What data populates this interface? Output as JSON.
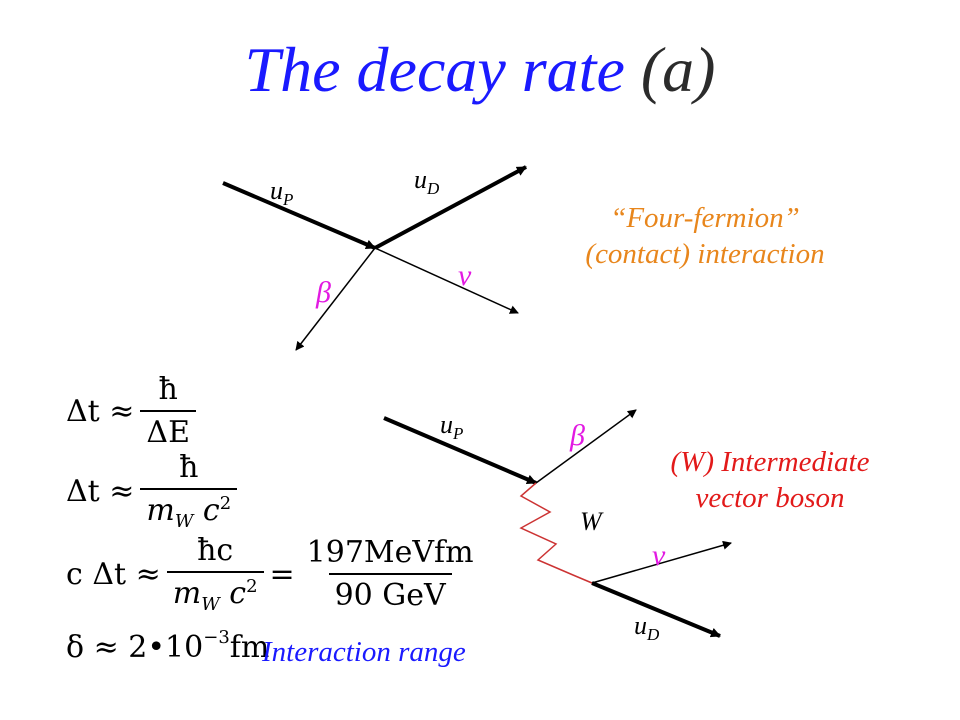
{
  "title": {
    "main": "The decay rate",
    "sub": "(a)"
  },
  "diagram_top": {
    "labels": {
      "up": "u",
      "up_sub": "P",
      "ud": "u",
      "ud_sub": "D",
      "nu": "ν",
      "beta": "β"
    },
    "caption_line1": "“Four-fermion”",
    "caption_line2": "(contact) interaction"
  },
  "diagram_bottom": {
    "labels": {
      "up": "u",
      "up_sub": "P",
      "ud": "u",
      "ud_sub": "D",
      "beta": "β",
      "nu": "ν",
      "w": "W"
    },
    "caption_line1": "(W) Intermediate",
    "caption_line2": "vector boson"
  },
  "equations": {
    "eq1": {
      "lhs": "Δt ≈",
      "num": "ħ",
      "den": "ΔE"
    },
    "eq2": {
      "lhs": "Δt ≈",
      "num": "ħ",
      "den_m": "m",
      "den_sub": "W",
      "den_c": "c",
      "den_sup": "2"
    },
    "eq3": {
      "lhs": "c Δt ≈",
      "num": "ħc",
      "den_m": "m",
      "den_sub": "W",
      "den_c": "c",
      "den_sup": "2",
      "eq": "=",
      "num2": "197MeVfm",
      "den2": "90 GeV"
    },
    "eq4": {
      "lhs": "δ ≈ 2•10",
      "sup": "−3",
      "unit": "fm"
    }
  },
  "range_caption": "Interaction range",
  "colors": {
    "title": "#1a1aff",
    "four_fermion": "#e8861c",
    "beta_nu": "#e21ae2",
    "w_caption": "#e21a1a",
    "range": "#1a1aff"
  }
}
